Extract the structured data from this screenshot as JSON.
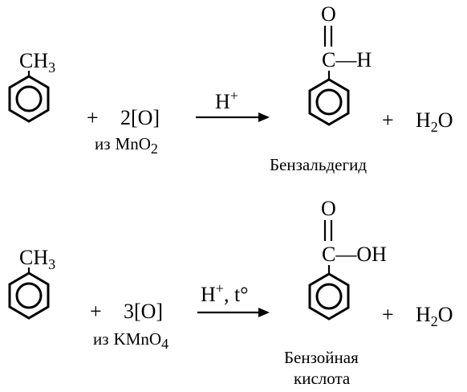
{
  "reactions": [
    {
      "reactant": {
        "group": "CH",
        "group_sub": "3"
      },
      "plus1": "+",
      "oxidant": "2[O]",
      "source_prefix": "из",
      "source_formula": "MnO",
      "source_sub": "2",
      "condition": "H",
      "condition_sup": "+",
      "product_group_o": "O",
      "product_group": "C—H",
      "plus2": "+",
      "water": "H",
      "water_sub": "2",
      "water_o": "O",
      "product_name": [
        "Бензальдегид"
      ]
    },
    {
      "reactant": {
        "group": "CH",
        "group_sub": "3"
      },
      "plus1": "+",
      "oxidant": "3[O]",
      "source_prefix": "из",
      "source_formula": "KMnO",
      "source_sub": "4",
      "condition": "H",
      "condition_sup": "+",
      "condition_tail": ", t°",
      "product_group_o": "O",
      "product_group": "C—OH",
      "plus2": "+",
      "water": "H",
      "water_sub": "2",
      "water_o": "O",
      "product_name": [
        "Бензойная",
        "кислота"
      ]
    }
  ]
}
